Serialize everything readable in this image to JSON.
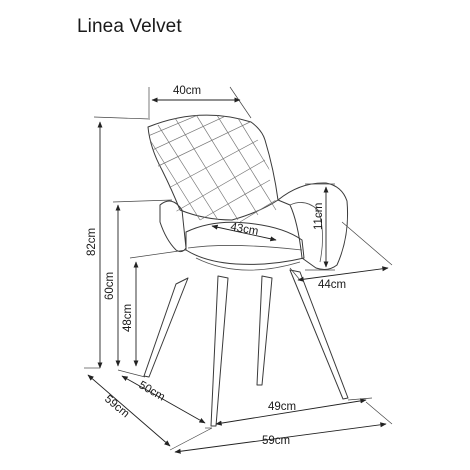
{
  "title": "Linea Velvet",
  "dimensions": {
    "backrest_width": "40cm",
    "total_height": "82cm",
    "armrest_height": "60cm",
    "seat_height": "48cm",
    "armrest_thickness": "11cm",
    "seat_depth_diagonal": "43cm",
    "total_width": "44cm",
    "seat_depth": "50cm",
    "total_depth": "59cm",
    "base_width": "49cm",
    "base_front": "59cm"
  }
}
